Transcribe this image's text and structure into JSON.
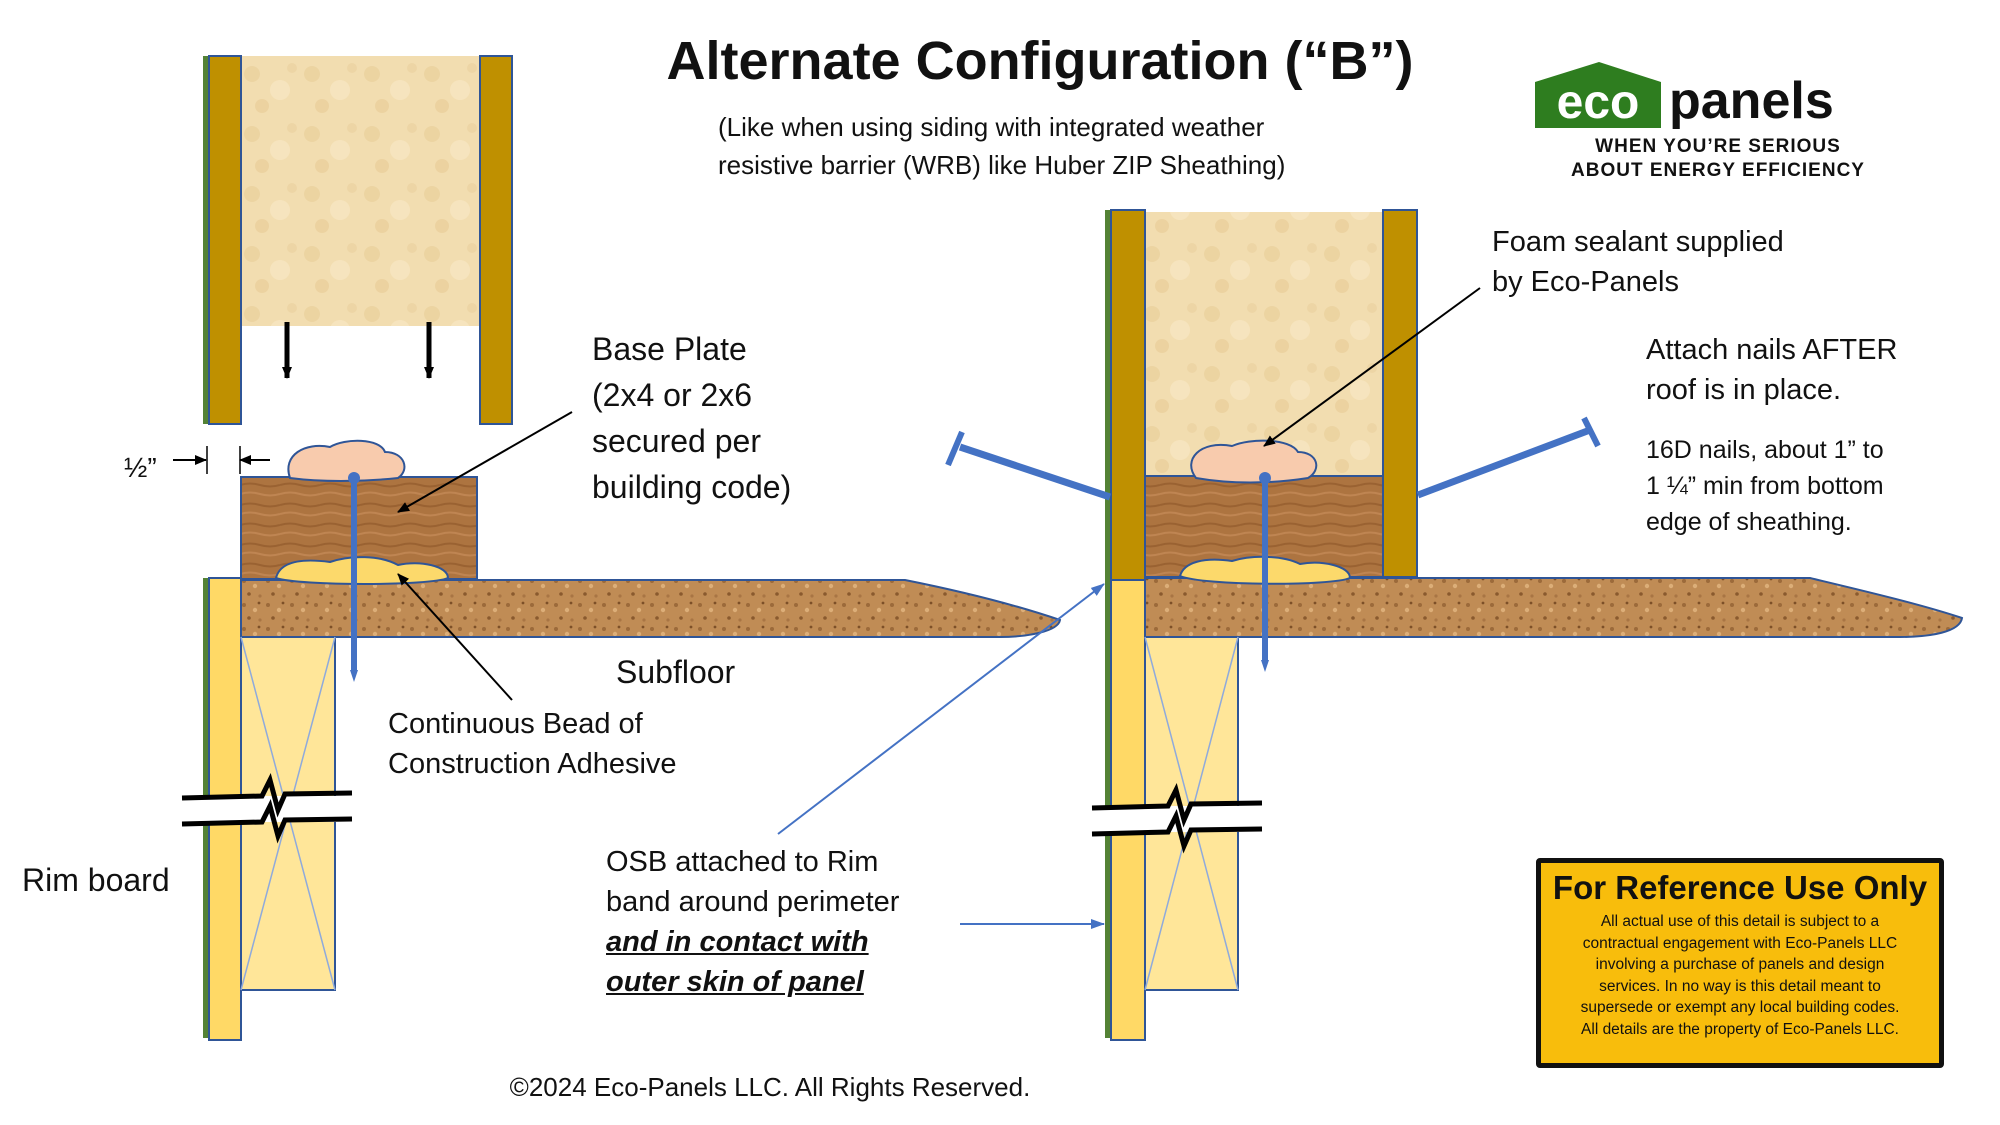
{
  "title": "Alternate Configuration (“B”)",
  "subtitle": [
    "(Like when using siding with integrated weather",
    "resistive barrier (WRB) like Huber ZIP Sheathing)"
  ],
  "logo": {
    "word_left": "eco",
    "word_right": "panels",
    "tagline": [
      "WHEN YOU’RE SERIOUS",
      "ABOUT ENERGY EFFICIENCY"
    ],
    "green": "#2e7d1f"
  },
  "labels": {
    "base_plate": [
      "Base Plate",
      "(2x4 or 2x6",
      "secured per",
      "building code)"
    ],
    "half_inch": "½”",
    "subfloor": "Subfloor",
    "adhesive": [
      "Continuous Bead of",
      "Construction Adhesive"
    ],
    "rim_board": "Rim board",
    "osb": [
      "OSB attached to Rim",
      "band around perimeter"
    ],
    "osb_emphasis": [
      "and in contact with",
      "outer skin of panel"
    ],
    "foam": [
      "Foam sealant supplied",
      "by Eco-Panels"
    ],
    "attach": [
      "Attach nails AFTER",
      "roof is in place."
    ],
    "nails": [
      "16D nails, about 1” to",
      "1 ¼” min from bottom",
      "edge of sheathing."
    ]
  },
  "reference_box": {
    "title": "For Reference Use Only",
    "body": [
      "All actual use of this detail is subject to a",
      "contractual engagement with Eco-Panels LLC",
      "involving a purchase of panels and design",
      "services.  In no way is this detail meant to",
      "supersede or exempt any local building codes.",
      "All details are the property of Eco-Panels LLC."
    ],
    "color": "#f8bd0c"
  },
  "copyright": "©2024 Eco-Panels LLC. All Rights Reserved.",
  "colors": {
    "foam_core": "#f2ddb0",
    "osb_skin": "#bf9000",
    "green_membrane": "#548235",
    "lumber": "#a9713b",
    "subfloor": "#bf8a52",
    "rim_lumber": "#ffe699",
    "adhesive": "#fcd96b",
    "foam_sealant": "#f8cbad",
    "nail": "#4472c4",
    "leader": "#4472c4"
  }
}
